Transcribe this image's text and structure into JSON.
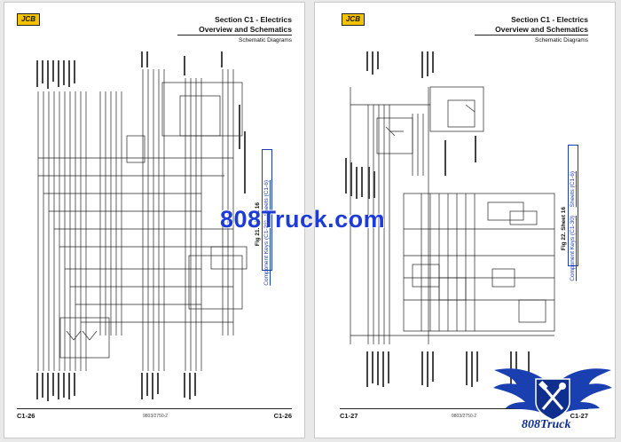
{
  "left_page": {
    "logo": "JCB",
    "section_title": "Section C1 - Electrics",
    "subtitle": "Overview and Schematics",
    "diagrams_label": "Schematic Diagrams",
    "component_keys_link": "Component Keys (C1-26)",
    "sheets_link": "Sheets (C1-6)",
    "fig_caption": "Fig 21. Sheet 16",
    "page_number_left": "C1-26",
    "doc_number": "9803/2750-2",
    "page_number_right": "C1-26"
  },
  "right_page": {
    "logo": "JCB",
    "section_title": "Section C1 - Electrics",
    "subtitle": "Overview and Schematics",
    "diagrams_label": "Schematic Diagrams",
    "component_keys_link": "Component Keys (C1-30)",
    "sheets_link": "Sheets (C1-6)",
    "fig_caption": "Fig 22. Sheet 16",
    "page_number_left": "C1-27",
    "doc_number": "9803/2750-2",
    "page_number_right": "C1-27"
  },
  "watermark": "808Truck.com",
  "badge": {
    "text": "808Truck",
    "icon": "wrench-hammer-icon",
    "color": "#1a3fb0"
  }
}
